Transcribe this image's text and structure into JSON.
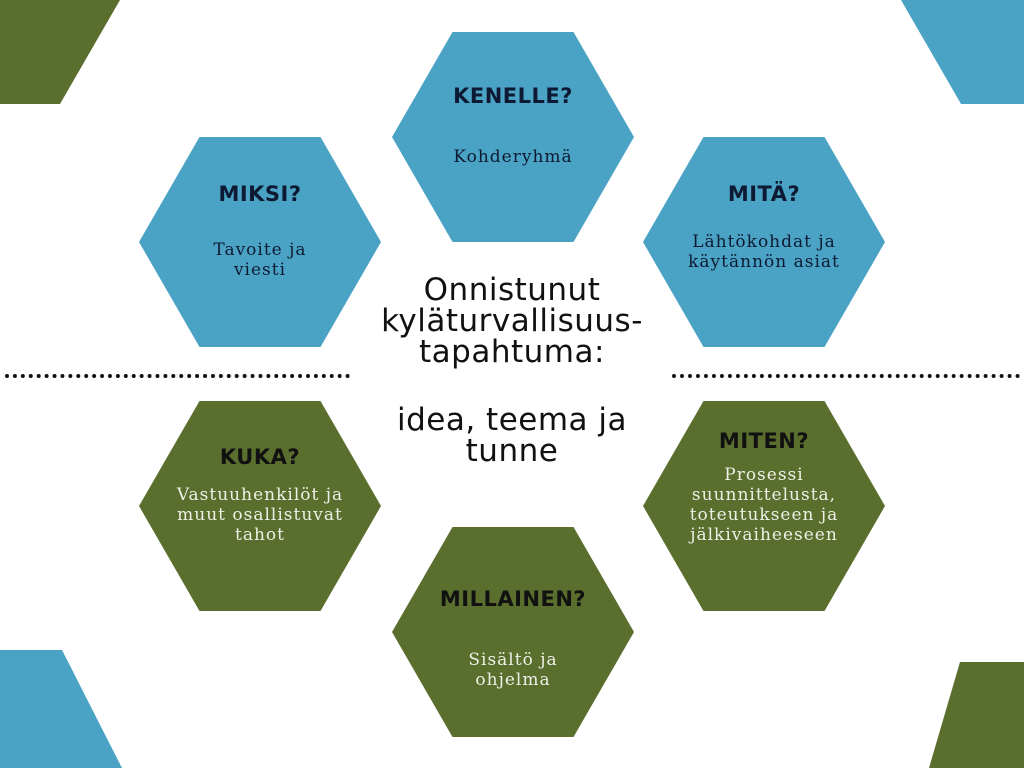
{
  "colors": {
    "blue": "#4aa3c4",
    "green": "#5a6e2e",
    "text_dark": "#111111"
  },
  "center": {
    "title": "Onnistunut kyläturvallisuus-tapahtuma:",
    "subtitle": "idea, teema ja tunne"
  },
  "hexagons": {
    "kenelle": {
      "title": "KENELLE?",
      "text": "Kohderyhmä",
      "color": "blue"
    },
    "miksi": {
      "title": "MIKSI?",
      "text": "Tavoite ja viesti",
      "color": "blue"
    },
    "mita": {
      "title": "MITÄ?",
      "text": "Lähtökohdat ja käytännön asiat",
      "color": "blue"
    },
    "kuka": {
      "title": "KUKA?",
      "text": "Vastuuhenkilöt ja muut osallistuvat tahot",
      "color": "green"
    },
    "miten": {
      "title": "MITEN?",
      "text": "Prosessi suunnittelusta, toteutukseen ja jälkivaiheeseen",
      "color": "green"
    },
    "millainen": {
      "title": "MILLAINEN?",
      "text": "Sisältö ja ohjelma",
      "color": "green"
    }
  }
}
